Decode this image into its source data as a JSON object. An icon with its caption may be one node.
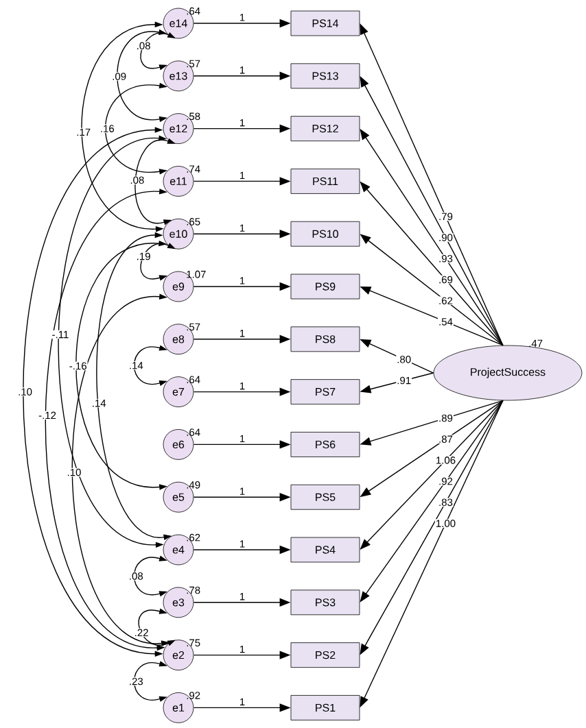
{
  "diagram": {
    "nodes": [
      {
        "text": [
          "e14"
        ],
        "beside": [
          ".64"
        ]
      },
      {
        "text": [
          "PS14"
        ]
      },
      {
        "text": [
          "e13"
        ],
        "beside": [
          ".57"
        ]
      },
      {
        "text": [
          "PS13"
        ]
      },
      {
        "text": [
          "e12"
        ],
        "beside": [
          ".58"
        ]
      },
      {
        "text": [
          "PS12"
        ]
      },
      {
        "text": [
          "e11"
        ],
        "beside": [
          ".74"
        ]
      },
      {
        "text": [
          "PS11"
        ]
      },
      {
        "text": [
          "e10"
        ],
        "beside": [
          ".65"
        ]
      },
      {
        "text": [
          "PS10"
        ]
      },
      {
        "text": [
          "e9"
        ],
        "beside": [
          "1.07"
        ]
      },
      {
        "text": [
          "PS9"
        ]
      },
      {
        "text": [
          "e8"
        ],
        "beside": [
          ".57"
        ]
      },
      {
        "text": [
          "PS8"
        ]
      },
      {
        "text": [
          "e7"
        ],
        "beside": [
          ".64"
        ]
      },
      {
        "text": [
          "PS7"
        ]
      },
      {
        "text": [
          "e6"
        ],
        "beside": [
          ".64"
        ]
      },
      {
        "text": [
          "PS6"
        ]
      },
      {
        "text": [
          "e5"
        ],
        "beside": [
          ".49"
        ]
      },
      {
        "text": [
          "PS5"
        ]
      },
      {
        "text": [
          "e4"
        ],
        "beside": [
          ".62"
        ]
      },
      {
        "text": [
          "PS4"
        ]
      },
      {
        "text": [
          "e3"
        ],
        "beside": [
          ".78"
        ]
      },
      {
        "text": [
          "PS3"
        ]
      },
      {
        "text": [
          "e2"
        ],
        "beside": [
          ".75"
        ]
      },
      {
        "text": [
          "PS2"
        ]
      },
      {
        "text": [
          "e1"
        ],
        "beside": [
          ".92"
        ]
      },
      {
        "text": [
          "PS1"
        ]
      },
      {
        "text": [
          "ProjectSuccess"
        ],
        "beside": [
          ".47"
        ]
      }
    ],
    "edges": [
      {
        "from": 0,
        "to": 1,
        "label": "1",
        "arrow": "to"
      },
      {
        "from": 2,
        "to": 3,
        "label": "1",
        "arrow": "to"
      },
      {
        "from": 4,
        "to": 5,
        "label": "1",
        "arrow": "to"
      },
      {
        "from": 6,
        "to": 7,
        "label": "1",
        "arrow": "to"
      },
      {
        "from": 8,
        "to": 9,
        "label": "1",
        "arrow": "to"
      },
      {
        "from": 10,
        "to": 11,
        "label": "1",
        "arrow": "to"
      },
      {
        "from": 12,
        "to": 13,
        "label": "1",
        "arrow": "to"
      },
      {
        "from": 14,
        "to": 15,
        "label": "1",
        "arrow": "to"
      },
      {
        "from": 16,
        "to": 17,
        "label": "1",
        "arrow": "to"
      },
      {
        "from": 18,
        "to": 19,
        "label": "1",
        "arrow": "to"
      },
      {
        "from": 20,
        "to": 21,
        "label": "1",
        "arrow": "to"
      },
      {
        "from": 22,
        "to": 23,
        "label": "1",
        "arrow": "to"
      },
      {
        "from": 24,
        "to": 25,
        "label": "1",
        "arrow": "to"
      },
      {
        "from": 26,
        "to": 27,
        "label": "1",
        "arrow": "to"
      },
      {
        "from": 28,
        "to": 1,
        "label": ".79",
        "arrow": "to"
      },
      {
        "from": 28,
        "to": 3,
        "label": ".90",
        "arrow": "to"
      },
      {
        "from": 28,
        "to": 5,
        "label": ".93",
        "arrow": "to"
      },
      {
        "from": 28,
        "to": 7,
        "label": ".69",
        "arrow": "to"
      },
      {
        "from": 28,
        "to": 9,
        "label": ".62",
        "arrow": "to"
      },
      {
        "from": 28,
        "to": 11,
        "label": ".54",
        "arrow": "to"
      },
      {
        "from": 28,
        "to": 13,
        "label": ".80",
        "arrow": "to"
      },
      {
        "from": 28,
        "to": 15,
        "label": ".91",
        "arrow": "to"
      },
      {
        "from": 28,
        "to": 17,
        "label": ".89",
        "arrow": "to"
      },
      {
        "from": 28,
        "to": 19,
        "label": ".87",
        "arrow": "to"
      },
      {
        "from": 28,
        "to": 21,
        "label": "1.06",
        "arrow": "to"
      },
      {
        "from": 28,
        "to": 23,
        "label": ".92",
        "arrow": "to"
      },
      {
        "from": 28,
        "to": 25,
        "label": ".83",
        "arrow": "to"
      },
      {
        "from": 28,
        "to": 27,
        "label": "1.00",
        "arrow": "to"
      },
      {
        "from": 0,
        "to": 2,
        "label": ".08",
        "arrow": "both"
      },
      {
        "from": 0,
        "to": 4,
        "label": ".09",
        "arrow": "both"
      },
      {
        "from": 2,
        "to": 6,
        "label": ".16",
        "arrow": "both"
      },
      {
        "from": 4,
        "to": 8,
        "label": ".08",
        "arrow": "both"
      },
      {
        "from": 0,
        "to": 8,
        "label": ".17",
        "arrow": "both"
      },
      {
        "from": 8,
        "to": 10,
        "label": ".19",
        "arrow": "both"
      },
      {
        "from": 4,
        "to": 20,
        "label": "-.11",
        "arrow": "both"
      },
      {
        "from": 6,
        "to": 24,
        "label": "-.12",
        "arrow": "both"
      },
      {
        "from": 8,
        "to": 18,
        "label": "-.16",
        "arrow": "both"
      },
      {
        "from": 12,
        "to": 14,
        "label": ".14",
        "arrow": "both"
      },
      {
        "from": 4,
        "to": 24,
        "label": ".10",
        "arrow": "both"
      },
      {
        "from": 8,
        "to": 20,
        "label": ".14",
        "arrow": "both"
      },
      {
        "from": 10,
        "to": 24,
        "label": ".10",
        "arrow": "both"
      },
      {
        "from": 20,
        "to": 22,
        "label": ".08",
        "arrow": "both"
      },
      {
        "from": 22,
        "to": 24,
        "label": ".22",
        "arrow": "both"
      },
      {
        "from": 24,
        "to": 26,
        "label": ".23",
        "arrow": "both"
      }
    ]
  }
}
